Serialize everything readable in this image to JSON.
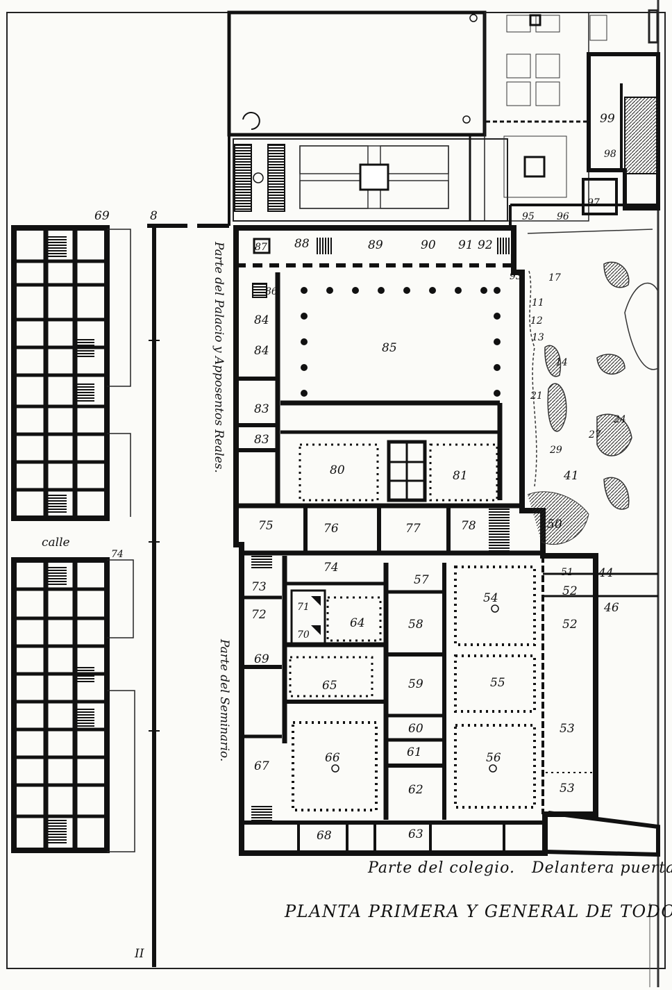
{
  "plan": {
    "side_labels": {
      "palacio": "Parte del Palacio y Apposentos Reales.",
      "seminario": "Parte del Seminario.",
      "colegio": "Parte del colegio.",
      "delantera": "Delantera puerta"
    },
    "calle": "calle",
    "title": "PLANTA PRIMERA Y GENERAL DE TODO E",
    "numbers": {
      "n69_top": "69",
      "n8": "8",
      "n87": "87",
      "n88": "88",
      "n89": "89",
      "n90": "90",
      "n91": "91",
      "n92": "92",
      "n86": "86",
      "n84a": "84",
      "n84b": "84",
      "n85": "85",
      "n83a": "83",
      "n83b": "83",
      "n80": "80",
      "n81": "81",
      "n41": "41",
      "n75": "75",
      "n76": "76",
      "n77": "77",
      "n78": "78",
      "n50": "50",
      "n74": "74",
      "n57": "57",
      "n54": "54",
      "n51": "51",
      "n44": "44",
      "n73": "73",
      "n72": "72",
      "n71": "71",
      "n70": "70",
      "n64": "64",
      "n58": "58",
      "n52a": "52",
      "n52b": "52",
      "n46": "46",
      "n69": "69",
      "n65": "65",
      "n59": "59",
      "n55": "55",
      "n60": "60",
      "n61": "61",
      "n62": "62",
      "n63": "63",
      "n66": "66",
      "n56": "56",
      "n67": "67",
      "n68": "68",
      "n53a": "53",
      "n53b": "53",
      "n99": "99",
      "n98": "98",
      "n97": "97",
      "n95": "95",
      "n96": "96",
      "n93": "93",
      "n11": "11",
      "n12": "12",
      "n13": "13",
      "n14": "14",
      "n17": "17",
      "n21": "21",
      "n24": "24",
      "n27": "27",
      "n29": "29",
      "n74s": "74",
      "n2": "II"
    }
  }
}
